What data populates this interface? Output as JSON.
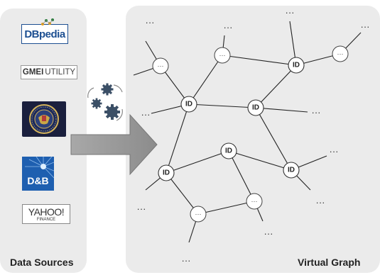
{
  "left_panel": {
    "label": "Data Sources",
    "logos": {
      "dbpedia": "DBpedia",
      "gmei_bold": "GMEI",
      "gmei_rest": "UTILITY",
      "dnb": "D&B",
      "yahoo_word": "YAHOO!",
      "yahoo_sub": "FINANCE"
    }
  },
  "right_panel": {
    "label": "Virtual Graph",
    "node_id_label": "ID",
    "node_anon_label": "···",
    "free_label": "···"
  }
}
